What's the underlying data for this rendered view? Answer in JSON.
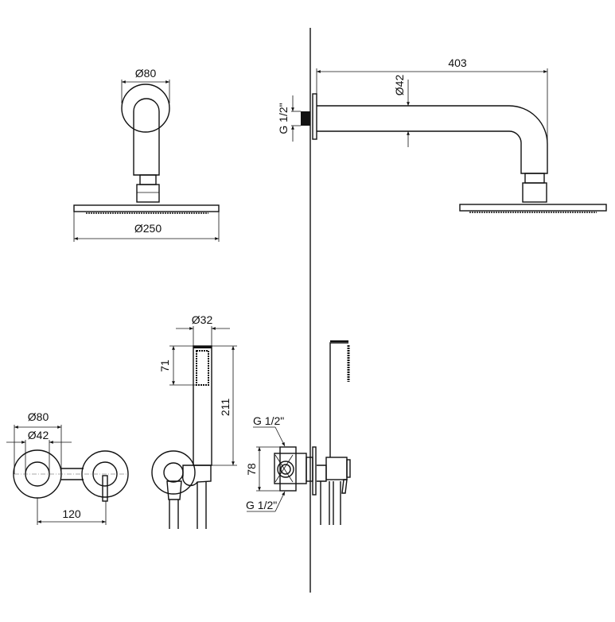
{
  "drawing": {
    "head_arm_front": {
      "flange_diameter": "Ø80",
      "shower_head_diameter": "Ø250"
    },
    "head_arm_side": {
      "arm_length": "403",
      "tube_diameter": "Ø42",
      "thread": "G 1/2\""
    },
    "mixer_front": {
      "flange_outer": "Ø80",
      "flange_inner": "Ø42",
      "spacing": "120"
    },
    "hand_shower": {
      "diameter": "Ø32",
      "spray_height": "71",
      "total_height": "211"
    },
    "valve_side": {
      "thread_top": "G 1/2\"",
      "thread_bottom": "G 1/2\"",
      "height": "78"
    }
  }
}
